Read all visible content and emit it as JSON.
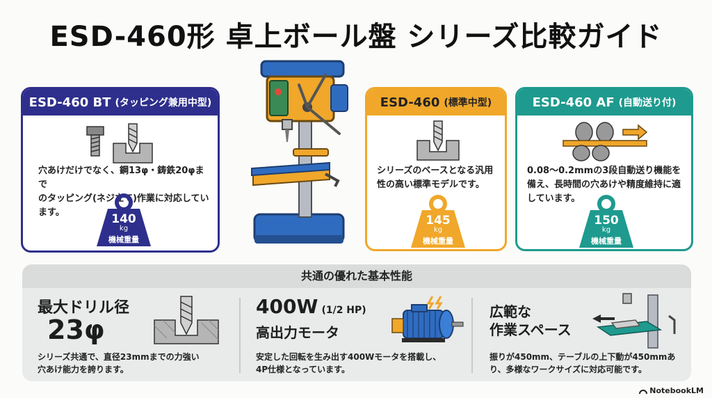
{
  "title": "ESD-460形 卓上ボール盤 シリーズ比較ガイド",
  "colors": {
    "bt": "#2e2f8c",
    "standard": "#f0a72a",
    "af": "#1f9a8e"
  },
  "models": [
    {
      "name": "ESD-460 BT",
      "sub": "(タッピング兼用中型)",
      "desc": [
        "穴あけだけでなく、鋼13φ・鋳鉄20φまで",
        "のタッピング(ネジ立て)作業に対応してい",
        "ます。"
      ],
      "weight": "140",
      "unit": "kg",
      "weight_label": "機械重量"
    },
    {
      "name": "ESD-460",
      "sub": "(標準中型)",
      "desc": [
        "シリーズのベースとなる汎用",
        "性の高い標準モデルです。"
      ],
      "weight": "145",
      "unit": "kg",
      "weight_label": "機械重量"
    },
    {
      "name": "ESD-460 AF",
      "sub": "(自動送り付)",
      "desc": [
        "0.08〜0.2mmの3段自動送り機能を",
        "備え、長時間の穴あけや精度維持に適",
        "しています。"
      ],
      "weight": "150",
      "unit": "kg",
      "weight_label": "機械重量"
    }
  ],
  "common": {
    "heading": "共通の優れた基本性能",
    "features": [
      {
        "title": "最大ドリル径",
        "value": "23φ",
        "desc": [
          "シリーズ共通で、直径23mmまでの力強い",
          "穴あけ能力を誇ります。"
        ]
      },
      {
        "title": "400W",
        "title_sub": "(1/2 HP)",
        "title2": "高出力モータ",
        "desc": [
          "安定した回転を生み出す400Wモータを搭載し、",
          "4P仕様となっています。"
        ]
      },
      {
        "title": "広範な",
        "title2": "作業スペース",
        "desc": [
          "振りが450mm、テーブルの上下動が450mmあ",
          "り、多様なワークサイズに対応可能です。"
        ]
      }
    ]
  },
  "footer": "NotebookLM"
}
